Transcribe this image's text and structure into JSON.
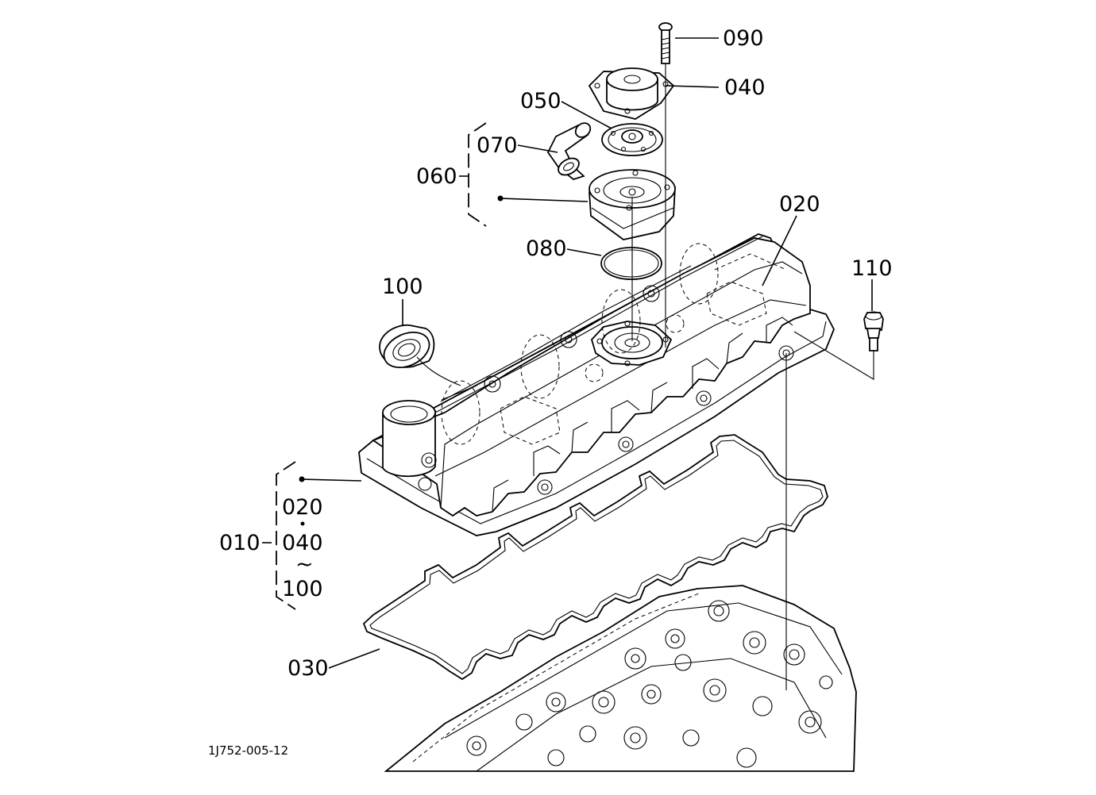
{
  "diagram": {
    "drawing_number": "1J752-005-12",
    "callouts": [
      {
        "id": "c090",
        "text": "090"
      },
      {
        "id": "c040",
        "text": "040"
      },
      {
        "id": "c050",
        "text": "050"
      },
      {
        "id": "c070",
        "text": "070"
      },
      {
        "id": "c060",
        "text": "060"
      },
      {
        "id": "c020",
        "text": "020"
      },
      {
        "id": "c080",
        "text": "080"
      },
      {
        "id": "c110",
        "text": "110"
      },
      {
        "id": "c100",
        "text": "100"
      },
      {
        "id": "c010",
        "text": "010"
      },
      {
        "id": "c030",
        "text": "030"
      }
    ],
    "assembly_010": {
      "range_start": "020",
      "range_mid": "040",
      "range_end": "100",
      "tilde": "~"
    }
  }
}
